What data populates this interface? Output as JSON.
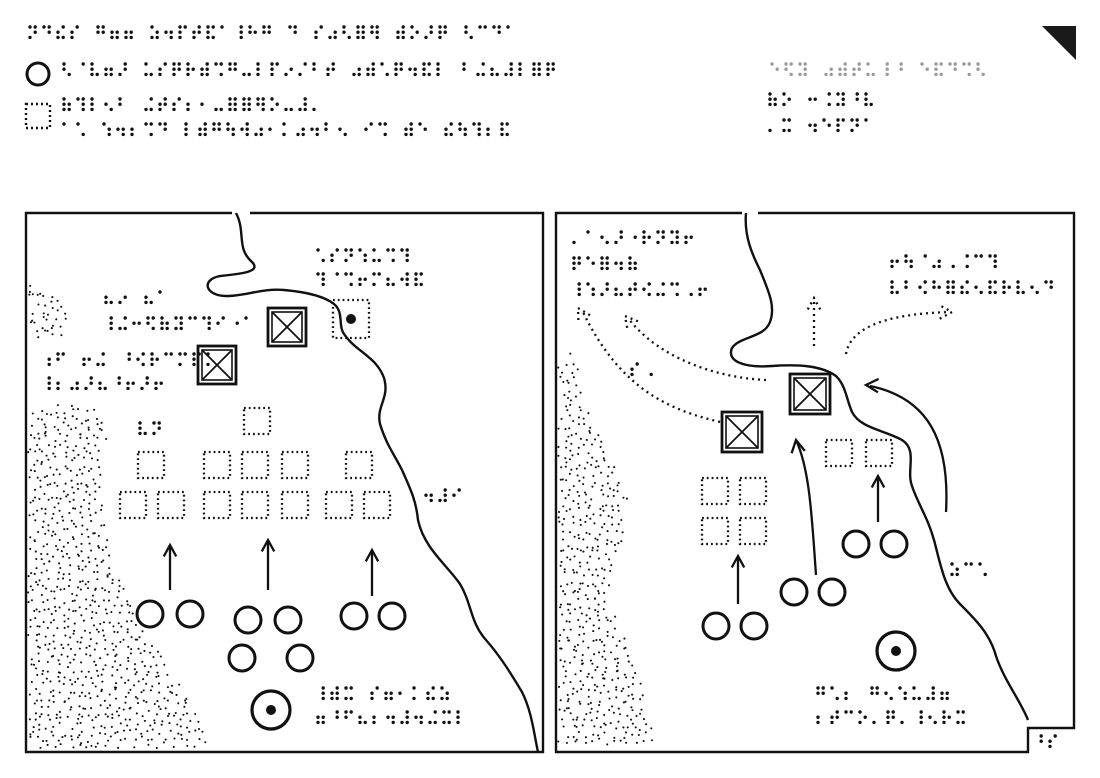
{
  "header": {
    "title": ""
  },
  "legend": [
    {
      "symbol": "solid-circle-unit",
      "label": ""
    },
    {
      "symbol": "dotted-square-unit",
      "label": ""
    }
  ],
  "legend_note": "",
  "maps": [
    {
      "labels": [
        {
          "text": ""
        },
        {
          "text": ""
        },
        {
          "text": ""
        },
        {
          "text": ""
        },
        {
          "text": ""
        },
        {
          "text": ""
        }
      ]
    },
    {
      "labels": [
        {
          "text": ""
        },
        {
          "text": ""
        },
        {
          "text": ""
        },
        {
          "text": ""
        },
        {
          "text": ""
        },
        {
          "text": ""
        }
      ]
    }
  ],
  "corner_key": "",
  "colors": {
    "ink": "#111111",
    "paper": "#ffffff",
    "shade": "#9a9a9a"
  },
  "icons": {
    "unit-solid": "circle",
    "unit-dotted": "dotted-square",
    "headquarters": "boxed-x",
    "capital": "circled-dot",
    "corner-mark": "triangle"
  }
}
